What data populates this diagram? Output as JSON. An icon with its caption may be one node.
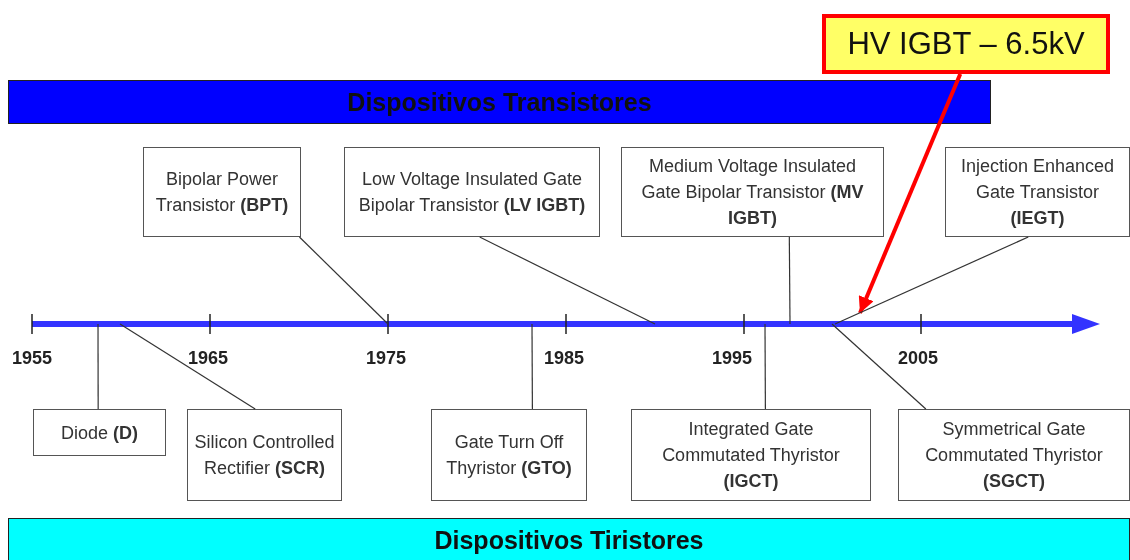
{
  "diagram": {
    "nodes": [
      {
        "text": [
          "HV IGBT – 6.5kV"
        ]
      },
      {
        "text": [
          "Dispositivos Transistores"
        ]
      },
      {
        "text": [
          "Bipolar Power Transistor **(BPT)**"
        ]
      },
      {
        "text": [
          "Low Voltage Insulated Gate Bipolar Transistor **(LV IGBT)**"
        ]
      },
      {
        "text": [
          "Medium Voltage Insulated Gate Bipolar Transistor **(MV IGBT)**"
        ]
      },
      {
        "text": [
          "Injection Enhanced Gate Transistor **(IEGT)**"
        ]
      },
      {
        "text": [
          "Diode **(D)**"
        ]
      },
      {
        "text": [
          "Silicon Controlled Rectifier **(SCR)**"
        ]
      },
      {
        "text": [
          "Gate Turn Off Thyristor **(GTO)**"
        ]
      },
      {
        "text": [
          "Integrated Gate Commutated Thyristor **(IGCT)**"
        ]
      },
      {
        "text": [
          "Symmetrical Gate Commutated Thyristor **(SGCT)**"
        ]
      },
      {
        "text": [
          "Dispositivos Tiristores"
        ]
      }
    ],
    "edges": [
      {
        "from": 0,
        "to": null,
        "arrow": "to",
        "style": "thick",
        "color": "#ff0000"
      },
      {
        "from": 2,
        "to": null,
        "arrow": "none"
      },
      {
        "from": 3,
        "to": null,
        "arrow": "none"
      },
      {
        "from": 4,
        "to": null,
        "arrow": "none"
      },
      {
        "from": 5,
        "to": null,
        "arrow": "none"
      },
      {
        "from": 6,
        "to": null,
        "arrow": "none"
      },
      {
        "from": 7,
        "to": null,
        "arrow": "none"
      },
      {
        "from": 8,
        "to": null,
        "arrow": "none"
      },
      {
        "from": 9,
        "to": null,
        "arrow": "none"
      },
      {
        "from": 10,
        "to": null,
        "arrow": "none"
      }
    ],
    "labels": [
      "1955",
      "1965",
      "1975",
      "1985",
      "1995",
      "2005"
    ]
  }
}
